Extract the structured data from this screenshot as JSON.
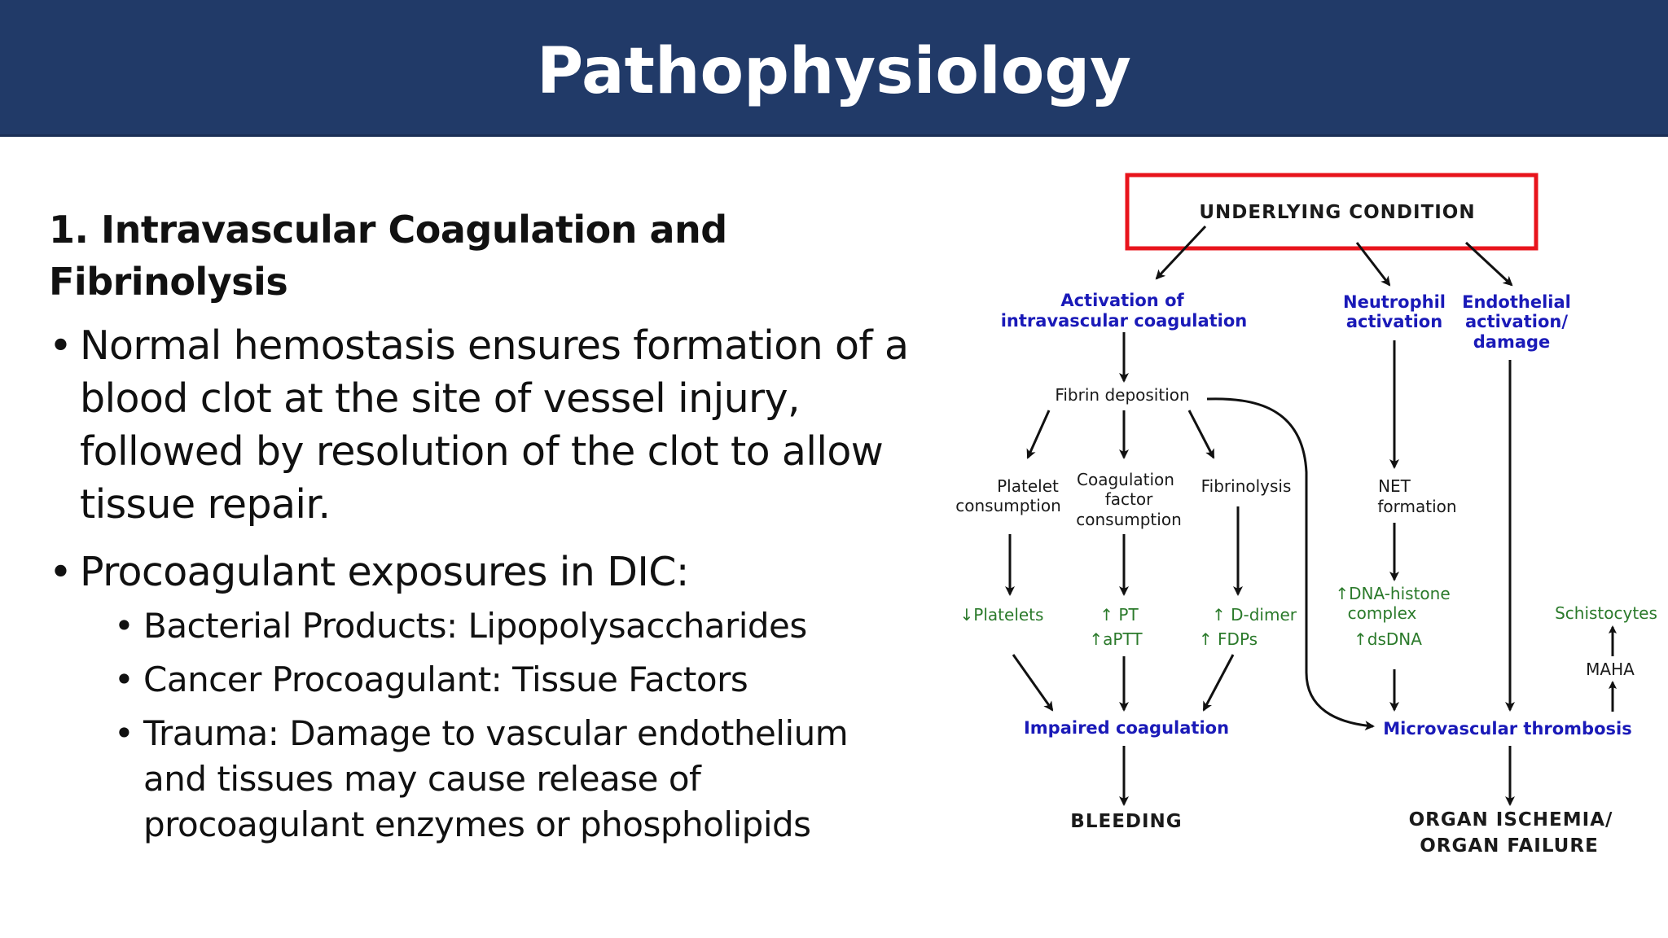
{
  "slide": {
    "title": "Pathophysiology"
  },
  "content": {
    "heading_line1": "1. Intravascular Coagulation and",
    "heading_line2": "Fibrinolysis",
    "bullets": [
      {
        "lines": [
          "Normal hemostasis ensures formation of a",
          "blood clot at the site of vessel injury,",
          "followed by resolution of the clot to allow",
          "tissue repair."
        ]
      },
      {
        "lines": [
          "Procoagulant exposures in DIC:"
        ],
        "sub_bullets": [
          {
            "lines": [
              "Bacterial Products: Lipopolysaccharides"
            ]
          },
          {
            "lines": [
              "Cancer Procoagulant: Tissue Factors"
            ]
          },
          {
            "lines": [
              "Trauma: Damage to vascular endothelium",
              "and tissues may cause release of",
              "procoagulant enzymes or phospholipids"
            ]
          }
        ]
      }
    ],
    "bullet_glyph": "•"
  },
  "diagram": {
    "colors": {
      "highlight_box": "#e8141c",
      "blue_text": "#1a1ab8",
      "green_text": "#2b7a2b",
      "black_text": "#1a1a1a"
    },
    "nodes": {
      "underlying_condition": "UNDERLYING CONDITION",
      "activation_line1": "Activation of",
      "activation_line2": "intravascular coagulation",
      "neutrophil_line1": "Neutrophil",
      "neutrophil_line2": "activation",
      "endothelial_line1": "Endothelial",
      "endothelial_line2": "activation/",
      "endothelial_line3": "damage",
      "fibrin_deposition": "Fibrin deposition",
      "platelet_line1": "Platelet",
      "platelet_line2": "consumption",
      "coag_line1": "Coagulation",
      "coag_line2": "factor",
      "coag_line3": "consumption",
      "fibrinolysis": "Fibrinolysis",
      "net_line1": "NET",
      "net_line2": "formation",
      "platelets_low": "↓Platelets",
      "pt_high": "↑ PT",
      "aptt_high": "↑aPTT",
      "ddimer_high": "↑ D-dimer",
      "fdps_high": "↑ FDPs",
      "dna_histone_line1": "↑DNA-histone",
      "dna_histone_line2": "complex",
      "dsdna_high": "↑dsDNA",
      "schistocytes": "Schistocytes",
      "maha": "MAHA",
      "impaired_coagulation": "Impaired coagulation",
      "microvascular_thrombosis": "Microvascular thrombosis",
      "bleeding": "BLEEDING",
      "organ_line1": "ORGAN ISCHEMIA/",
      "organ_line2": "ORGAN FAILURE"
    }
  }
}
